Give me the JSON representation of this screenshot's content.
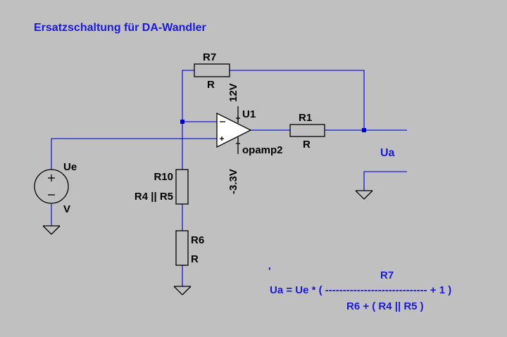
{
  "title": "Ersatzschaltung für DA-Wandler",
  "colors": {
    "background": "#c0c0c0",
    "wire": "#1a1ad8",
    "component": "#000000",
    "text": "#000000",
    "annotation": "#1a1ad8"
  },
  "components": {
    "r7": {
      "name": "R7",
      "value": "R"
    },
    "r1": {
      "name": "R1",
      "value": "R"
    },
    "r10": {
      "name": "R10",
      "value": "R4 || R5"
    },
    "r6": {
      "name": "R6",
      "value": "R"
    },
    "source": {
      "name": "Ue",
      "value": "V"
    },
    "opamp": {
      "name": "U1",
      "value": "opamp2",
      "v_pos": "12V",
      "v_neg": "-3.3V"
    }
  },
  "output_label": "Ua",
  "formula": {
    "mark": "'",
    "numerator": "R7",
    "lhs": "Ua = Ue *  ( ----------------------------- + 1 )",
    "denominator": "R6 + ( R4 || R5 )"
  }
}
